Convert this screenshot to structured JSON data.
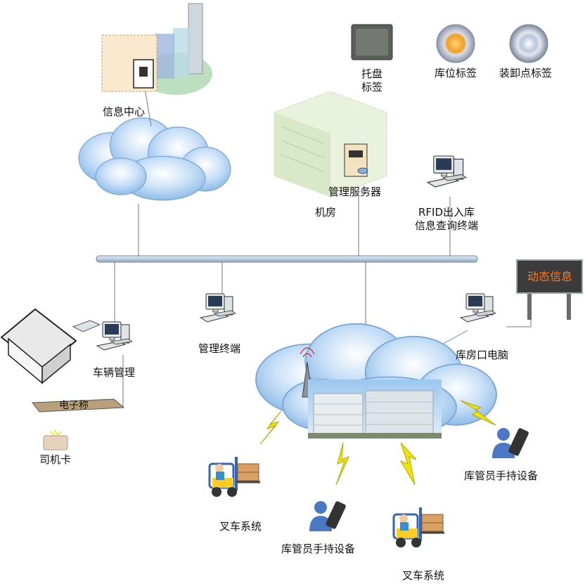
{
  "labels": {
    "info_center": "信息中心",
    "pallet_tag": "托盘\n标签",
    "slot_tag": "库位标签",
    "loading_tag": "装卸点标签",
    "server": "管理服务器",
    "machine_room": "机房",
    "rfid_terminal": "RFID出入库\n信息查询终端",
    "dynamic_info": "动态信息",
    "vehicle_mgmt": "车辆管理",
    "mgmt_terminal": "管理终端",
    "warehouse_pc": "库房口电脑",
    "scale": "电子称",
    "driver_card": "司机卡",
    "handheld_right": "库管员手持设备",
    "forklift_left": "叉车系统",
    "handheld_bottom": "库管员手持设备",
    "forklift_bottom": "叉车系统"
  },
  "colors": {
    "bus": "#b8cde0",
    "cloud": "#a9cdf0",
    "sign_text": "#ff7a1a",
    "sign_bg": "#3b3b3b",
    "lightning": "#f2e400",
    "person": "#4a78c4"
  }
}
